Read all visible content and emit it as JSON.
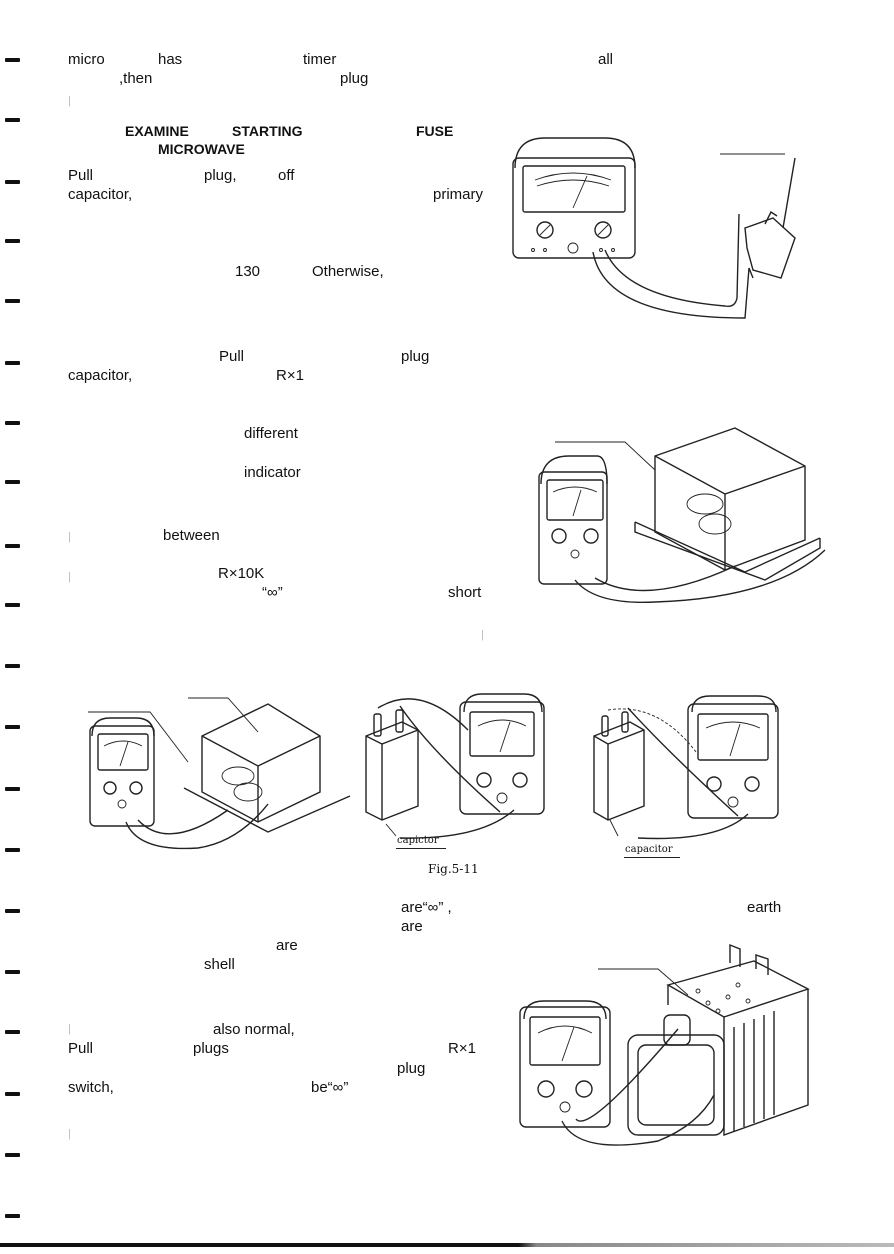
{
  "paragraph1": {
    "line1": [
      "micro",
      "has",
      "timer",
      "all"
    ],
    "line2": [
      ",then",
      "plug"
    ]
  },
  "heading": {
    "line1": [
      "EXAMINE",
      "STARTING",
      "FUSE"
    ],
    "line2": [
      "MICROWAVE"
    ]
  },
  "paragraph2": {
    "words": [
      "Pull",
      "plug,",
      "off",
      "capacitor,",
      "primary",
      "130",
      "Otherwise,"
    ]
  },
  "paragraph3": {
    "words": [
      "Pull",
      "plug",
      "capacitor,",
      "R×1",
      "different",
      "indicator",
      "between",
      "R×10K",
      "“∞”",
      "short"
    ]
  },
  "figure": {
    "caption_left": "capictor",
    "caption_right": "capacitor",
    "number": "Fig.5-11"
  },
  "paragraph4": {
    "words": [
      "are“∞” ,",
      "earth",
      "are",
      "are",
      "shell"
    ]
  },
  "paragraph5": {
    "words": [
      "also normal,",
      "Pull",
      "plugs",
      "R×1",
      "plug",
      "switch,",
      "be“∞”"
    ]
  }
}
